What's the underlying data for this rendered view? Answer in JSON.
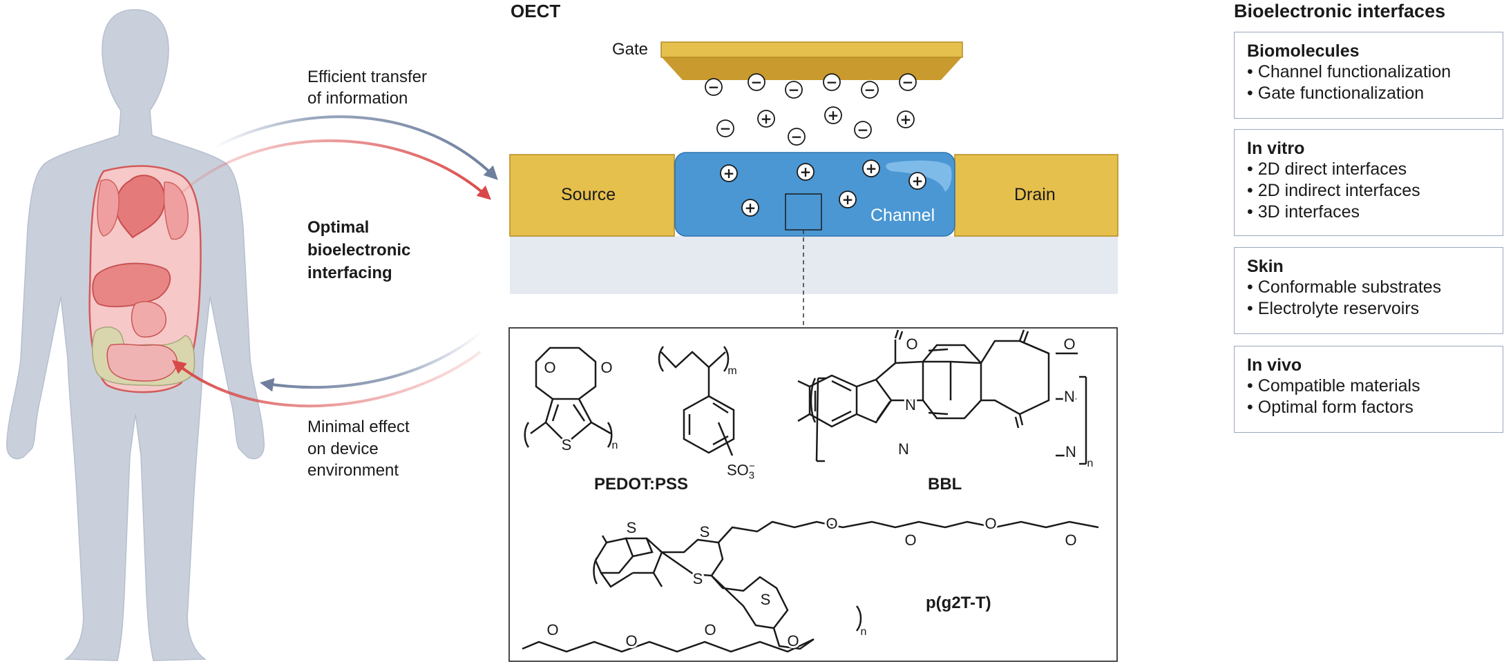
{
  "header": {
    "oect_title": "OECT",
    "interfaces_title": "Bioelectronic interfaces"
  },
  "device": {
    "gate": "Gate",
    "source": "Source",
    "drain": "Drain",
    "channel": "Channel"
  },
  "arrows": {
    "top_line1": "Efficient transfer",
    "top_line2": "of information",
    "middle_line1": "Optimal",
    "middle_line2": "bioelectronic",
    "middle_line3": "interfacing",
    "bottom_line1": "Minimal effect",
    "bottom_line2": "on device",
    "bottom_line3": "environment"
  },
  "materials": {
    "pedot": "PEDOT:PSS",
    "bbl": "BBL",
    "g2tt": "p(g2T-T)",
    "sub_m": "m",
    "sub_n": "n",
    "o": "O",
    "s": "S",
    "n_atom": "N",
    "so3": "SO",
    "so3_sub": "3",
    "so3_sup": "−"
  },
  "ions": {
    "minus": "−",
    "plus": "+"
  },
  "interfaces": [
    {
      "title": "Biomolecules",
      "items": [
        "Channel functionalization",
        "Gate functionalization"
      ]
    },
    {
      "title": "In vitro",
      "items": [
        "2D direct interfaces",
        "2D indirect interfaces",
        "3D interfaces"
      ]
    },
    {
      "title": "Skin",
      "items": [
        "Conformable substrates",
        "Electrolyte reservoirs"
      ]
    },
    {
      "title": "In vivo",
      "items": [
        "Compatible materials",
        "Optimal form factors"
      ]
    }
  ],
  "colors": {
    "body": "#c9d0dc",
    "organ": "#e06f6f",
    "electrode": "#e6c04d",
    "channel": "#4a97d3",
    "substrate": "#e5e9f0",
    "arrow_blue": "#8090ad",
    "arrow_red": "#d94848",
    "panel_border": "#9aa7bd"
  }
}
